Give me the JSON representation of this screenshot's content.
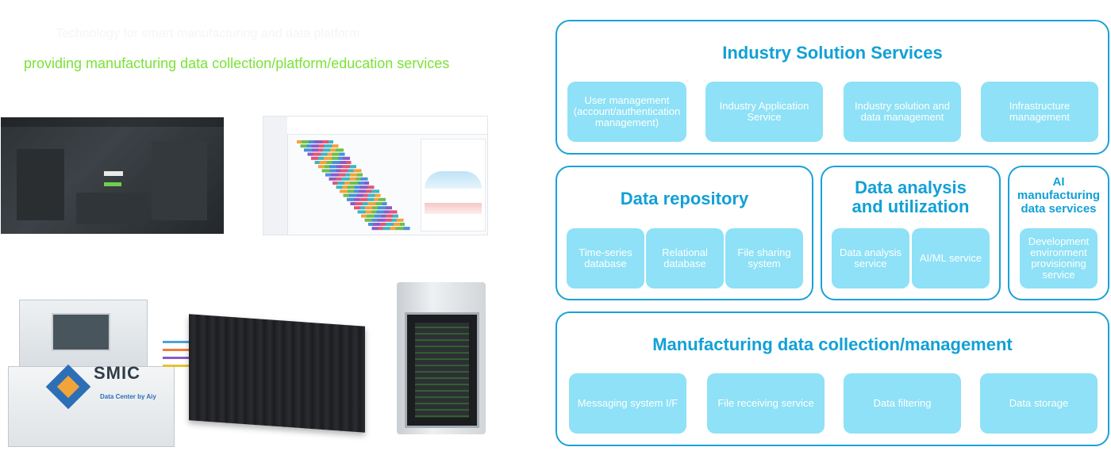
{
  "left": {
    "headline_faint": "Technology for smart manufacturing and data platform",
    "tagline": "providing manufacturing data collection/platform/education services",
    "tagline_color": "#7be237",
    "container_brand": "SMIC",
    "container_sub": "Data Center by Aiy"
  },
  "diagram": {
    "accent_color": "#12a0d6",
    "tile_color": "#8ee1f6",
    "industry": {
      "title": "Industry Solution Services",
      "items": [
        "User management (account/authentication management)",
        "Industry Application Service",
        "Industry solution and data management",
        "Infrastructure management"
      ]
    },
    "repository": {
      "title": "Data repository",
      "items": [
        "Time-series database",
        "Relational database",
        "File sharing system"
      ]
    },
    "analysis": {
      "title": "Data analysis and utilization",
      "items": [
        "Data analysis service",
        "AI/ML service"
      ]
    },
    "ai": {
      "title": "AI manufacturing data services",
      "items": [
        "Development environment provisioning service"
      ]
    },
    "collection": {
      "title": "Manufacturing data collection/management",
      "items": [
        "Messaging system I/F",
        "File receiving service",
        "Data filtering",
        "Data storage"
      ]
    }
  }
}
